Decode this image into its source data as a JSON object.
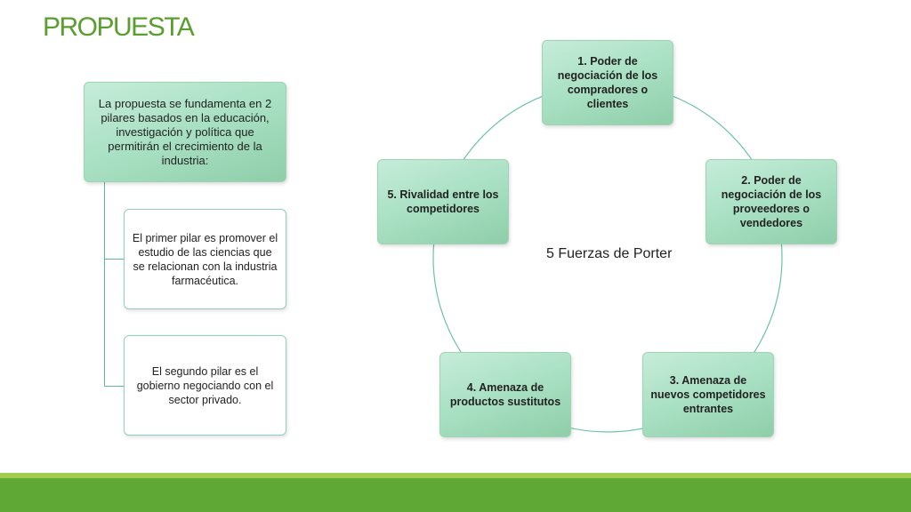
{
  "slide": {
    "title": "PROPUESTA"
  },
  "hierarchy": {
    "root": "La propuesta se fundamenta en 2 pilares basados en la educación, investigación y política que permitirán el crecimiento de la industria:",
    "children": [
      "El primer pilar es promover el estudio de las ciencias que se relacionan con la industria farmacéutica.",
      "El segundo pilar es el gobierno negociando con el sector privado."
    ]
  },
  "cycle": {
    "center_label": "5 Fuerzas de Porter",
    "forces": [
      "1. Poder de negociación de los compradores o clientes",
      "2. Poder de negociación de los proveedores o vendedores",
      "3. Amenaza de nuevos competidores entrantes",
      "4. Amenaza de productos sustitutos",
      "5. Rivalidad entre los competidores"
    ]
  },
  "colors": {
    "title": "#5a9e2f",
    "box_fill": "#a8e0c3",
    "ring_line": "#6cc4a4",
    "band_light": "#a3cc4c",
    "band_dark": "#5fa836"
  }
}
